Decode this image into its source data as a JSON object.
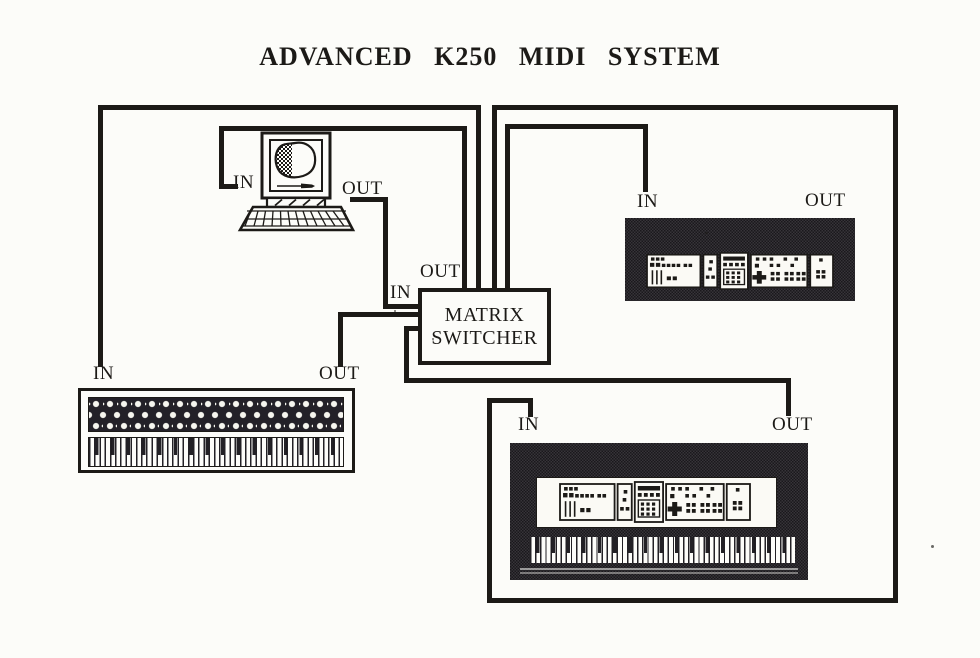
{
  "title": "ADVANCED K250 MIDI SYSTEM",
  "switcher": {
    "line1": "MATRIX",
    "line2": "SWITCHER",
    "out_port_label": "OUT",
    "in_port_label": "IN"
  },
  "devices": {
    "computer": {
      "in_label": "IN",
      "out_label": "OUT"
    },
    "expander_module": {
      "in_label": "IN",
      "out_label": "OUT"
    },
    "keyboard_left": {
      "in_label": "IN",
      "out_label": "OUT"
    },
    "keyboard_right": {
      "in_label": "IN",
      "out_label": "OUT"
    }
  },
  "colors": {
    "ink": "#1c1a17",
    "paper": "#fcfcf9"
  }
}
